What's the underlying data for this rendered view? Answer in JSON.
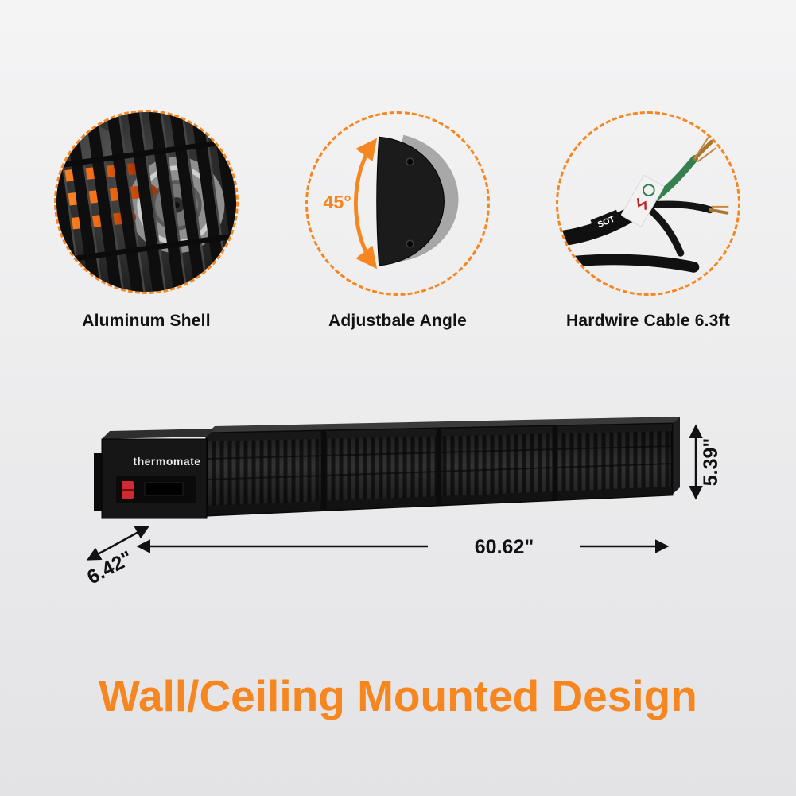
{
  "colors": {
    "accent": "#F6861F",
    "text": "#111111",
    "heater_body": "#151515",
    "switch_red": "#CF2A30"
  },
  "callouts": [
    {
      "label": "Aluminum Shell"
    },
    {
      "label": "Adjustbale Angle",
      "angle": "45°"
    },
    {
      "label": "Hardwire Cable 6.3ft",
      "cable_print": "SOT"
    }
  ],
  "product": {
    "brand": "thermomate",
    "dimensions": {
      "width": "60.62\"",
      "height": "5.39\"",
      "depth": "6.42\""
    }
  },
  "headline": "Wall/Ceiling Mounted Design"
}
